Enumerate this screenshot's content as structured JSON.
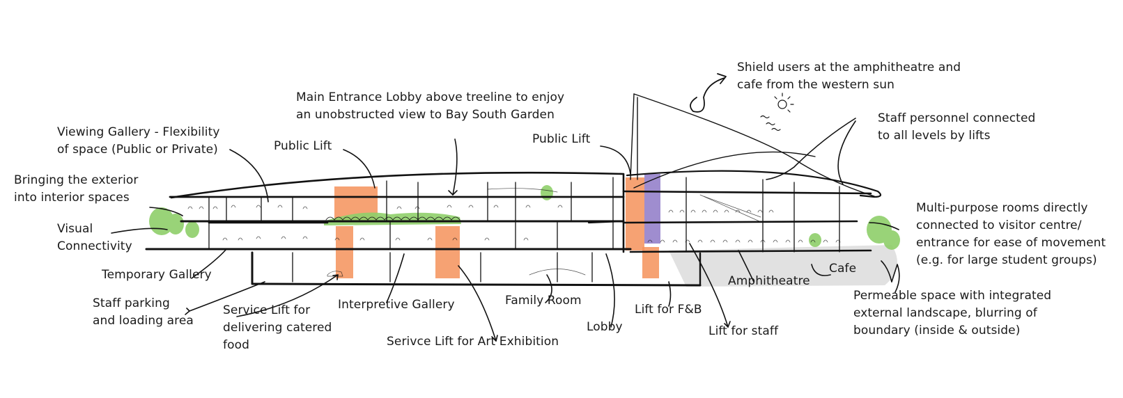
{
  "colors": {
    "ink": "#111111",
    "lift_orange": "#f4925a",
    "lift_purple": "#8e79c7",
    "vegetation_green": "#8fcf6a",
    "ground_shadow": "#c9c9c9"
  },
  "labels": {
    "viewing_gallery": "Viewing Gallery - Flexibility\nof space (Public or Private)",
    "bringing_exterior": "Bringing the exterior\ninto interior spaces",
    "visual_connectivity": "Visual\nConnectivity",
    "temporary_gallery": "Temporary Gallery",
    "staff_parking": "Staff parking\nand loading area",
    "service_lift_catered": "Service Lift for\ndelivering catered\nfood",
    "public_lift_left": "Public Lift",
    "main_entrance": "Main Entrance Lobby above treeline to enjoy\nan unobstructed view to Bay South Garden",
    "interpretive_gallery": "Interpretive Gallery",
    "service_lift_art": "Serivce Lift for Art Exhibition",
    "family_room": "Family Room",
    "lobby": "Lobby",
    "public_lift_right": "Public Lift",
    "lift_fb": "Lift for F&B",
    "lift_staff": "Lift for staff",
    "amphitheatre": "Amphitheatre",
    "cafe": "Cafe",
    "shield_users": "Shield users at the amphitheatre and\ncafe from the western sun",
    "staff_personnel": "Staff personnel connected\nto all levels by lifts",
    "multi_purpose": "Multi-purpose rooms directly\nconnected to visitor centre/\nentrance for ease of movement\n(e.g. for large student groups)",
    "permeable_space": "Permeable space with integrated\nexternal landscape, blurring of\nboundary (inside & outside)"
  }
}
